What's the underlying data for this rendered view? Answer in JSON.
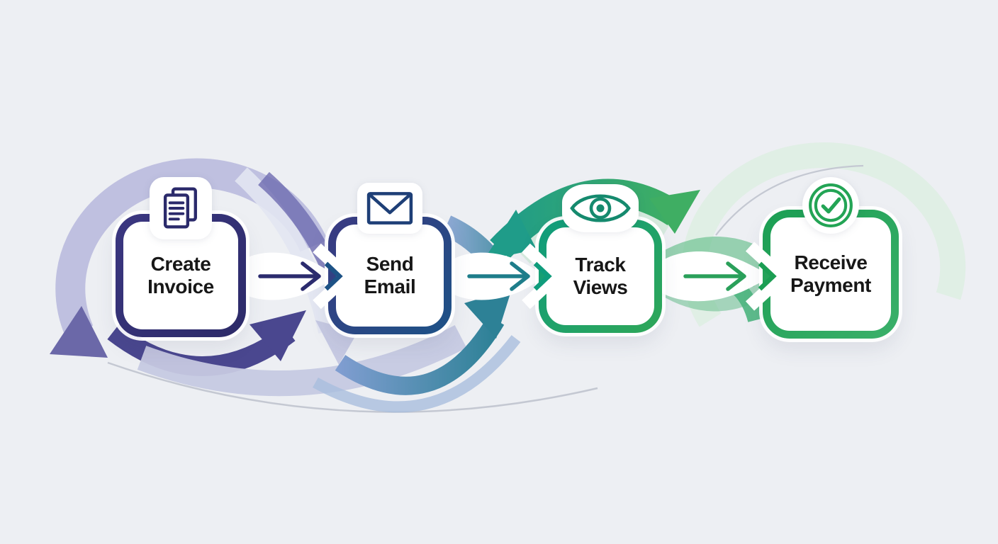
{
  "background_color": "#edeff3",
  "steps": [
    {
      "line1": "Create",
      "line2": "Invoice",
      "icon": "invoice-document-icon",
      "border_color_start": "#3b3781",
      "border_color_end": "#2c2a68",
      "icon_color": "#2b2a6b",
      "text_color": "#171717"
    },
    {
      "line1": "Send",
      "line2": "Email",
      "icon": "envelope-icon",
      "border_color_start": "#3a3a82",
      "border_color_end": "#1d5286",
      "icon_color": "#1e3f77",
      "text_color": "#171717"
    },
    {
      "line1": "Track",
      "line2": "Views",
      "icon": "eye-icon",
      "border_color_start": "#0f9c7c",
      "border_color_end": "#2fa758",
      "icon_color": "#158a6e",
      "text_color": "#171717"
    },
    {
      "line1": "Receive",
      "line2": "Payment",
      "icon": "check-circle-icon",
      "border_color_start": "#1b9e53",
      "border_color_end": "#3bb06a",
      "icon_color": "#23a455",
      "text_color": "#171717"
    }
  ],
  "connectors": [
    {
      "arrow_icon": "right-arrow-icon",
      "color": "#2b2b6e"
    },
    {
      "arrow_icon": "right-arrow-icon",
      "color": "#1e7d8a"
    },
    {
      "arrow_icon": "right-arrow-icon",
      "color": "#2aa05a"
    }
  ],
  "decor": {
    "swoosh_lavender": "#bdbdde",
    "swoosh_indigo": "#4a478f",
    "swoosh_purple": "#6b68a8",
    "swoosh_purple_band": "#6e6bb0",
    "swoosh_pale_lavender": "#c6c9e2",
    "swoosh_pale_band": "#e2e5f2",
    "swoosh_steel_blue": "#7f9dd0",
    "swoosh_teal": "#2d8196",
    "swoosh_light_blue": "#a9bedd",
    "swoosh_teal_green": "#1f9c89",
    "swoosh_green": "#3fae63",
    "swoosh_mid_green": "#5bba83",
    "swoosh_deep_green": "#4db57f",
    "swoosh_pale_green": "#d5e9dc",
    "swoosh_faint_green": "#dfeee4",
    "swoosh_faint_line": "#c4c8d2",
    "ribbon_white": "#ffffff"
  }
}
